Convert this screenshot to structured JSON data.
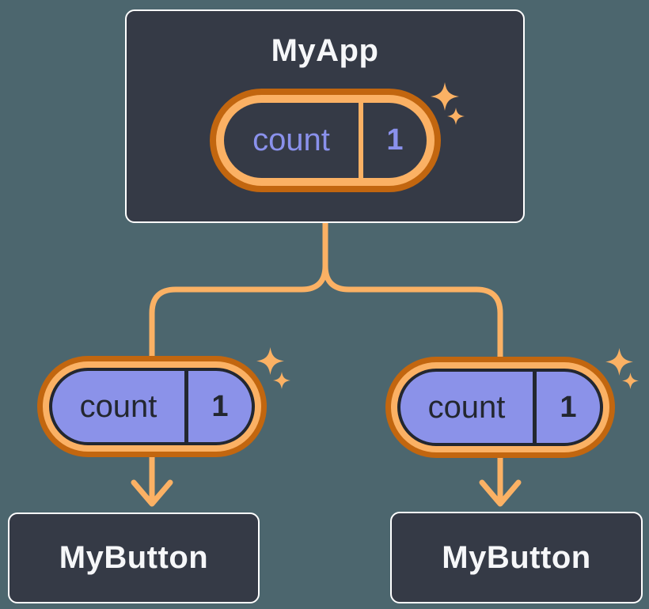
{
  "colors": {
    "background": "#4C666E",
    "card": "#353A46",
    "card_border": "#FFFFFF",
    "title_text": "#F6F7F9",
    "dark_text": "#23272F",
    "purple_text": "#8A91EC",
    "purple_fill": "#8B92E9",
    "orange_dark": "#C2660F",
    "orange_light": "#FBB164"
  },
  "tree": {
    "root": {
      "title": "MyApp",
      "state": {
        "label": "count",
        "value": "1"
      }
    },
    "children": [
      {
        "title": "MyButton",
        "prop": {
          "label": "count",
          "value": "1"
        }
      },
      {
        "title": "MyButton",
        "prop": {
          "label": "count",
          "value": "1"
        }
      }
    ]
  }
}
